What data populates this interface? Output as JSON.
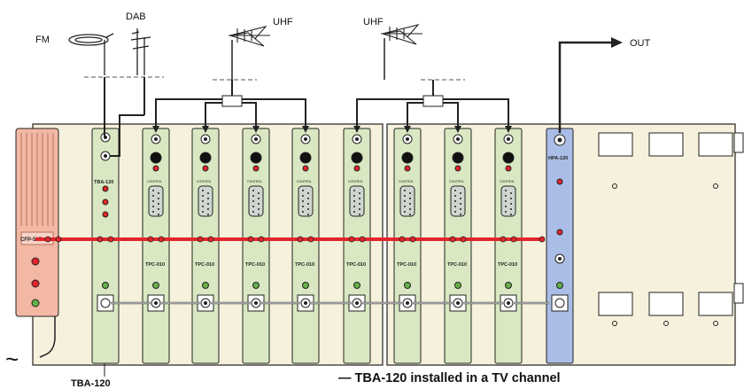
{
  "antennas": {
    "fm": "FM",
    "dab": "DAB",
    "uhf_1": "UHF",
    "uhf_2": "UHF",
    "out": "OUT"
  },
  "modules": {
    "psu_name": "CFP-507",
    "tba_name": "TBA-120",
    "tpc_name": "TPC-010",
    "hpa_name": "HPA-120",
    "control_label": "CONTROL",
    "tpc_count": 8
  },
  "labels": {
    "bottom_left_model": "TBA-120",
    "caption": "— TBA-120 installed in a TV channel",
    "mains_symbol": "~"
  },
  "colors": {
    "rack": "#f6f1dc",
    "tpc_module": "#d9e8c2",
    "psu_module": "#f2b8a4",
    "hpa_module": "#a9bde6",
    "bus_line": "#e4242b"
  }
}
